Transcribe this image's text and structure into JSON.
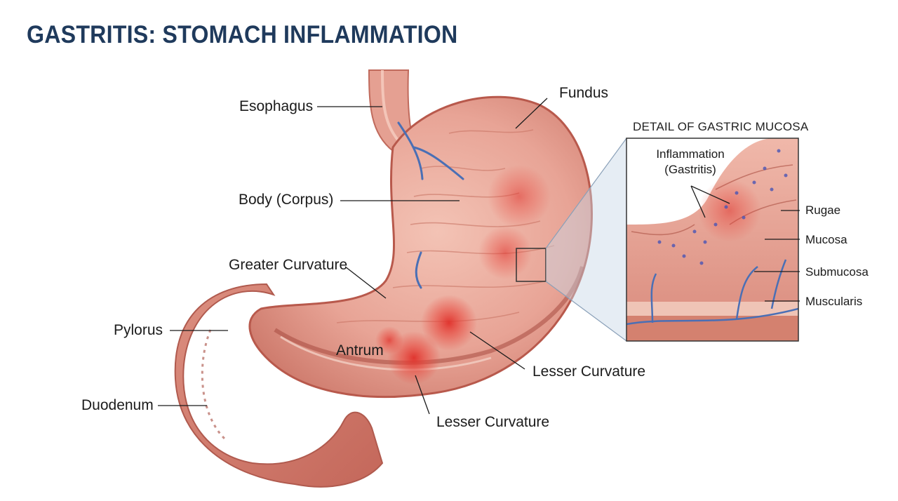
{
  "title": "GASTRITIS: STOMACH INFLAMMATION",
  "labels": {
    "esophagus": "Esophagus",
    "fundus": "Fundus",
    "body": "Body (Corpus)",
    "greater_curvature": "Greater Curvature",
    "pylorus": "Pylorus",
    "antrum": "Antrum",
    "duodenum": "Duodenum",
    "lesser_curvature_1": "Lesser Curvature",
    "lesser_curvature_2": "Lesser Curvature"
  },
  "inset": {
    "title": "DETAIL OF GASTRIC MUCOSA",
    "inflammation_line1": "Inflammation",
    "inflammation_line2": "(Gastritis)",
    "rugae": "Rugae",
    "mucosa": "Mucosa",
    "submucosa": "Submucosa",
    "muscularis": "Muscularis"
  },
  "colors": {
    "title": "#1f3a5c",
    "tissue": "#e8a496",
    "tissue_dark": "#c8665a",
    "inflammation": "#e0302a",
    "vein": "#4a6fb5",
    "leader": "#1b1b1b"
  }
}
